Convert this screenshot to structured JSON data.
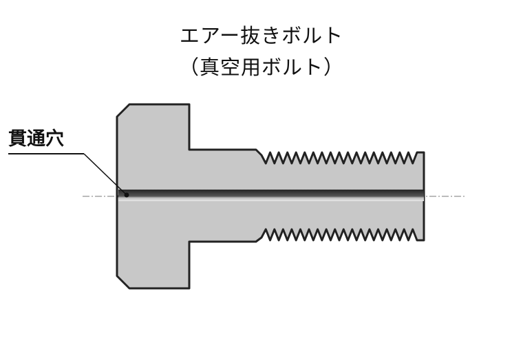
{
  "title": "エアー抜きボルト",
  "subtitle": "（真空用ボルト）",
  "callout": {
    "label": "貫通穴"
  },
  "colors": {
    "body_fill": "#c8c8c8",
    "outline": "#222222",
    "hole_dark": "#333333",
    "hole_light": "#e6e6e6",
    "centerline": "#777777",
    "text": "#111111"
  }
}
